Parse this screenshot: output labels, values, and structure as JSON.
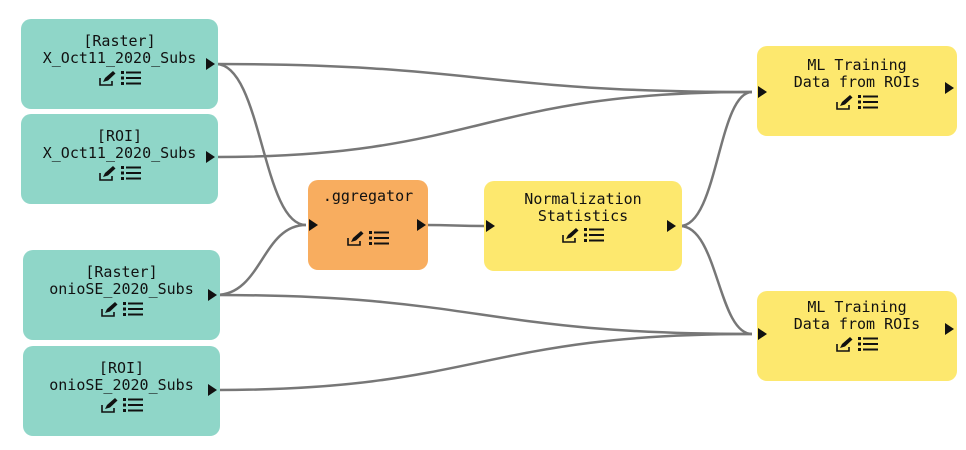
{
  "nodes": {
    "raster1": {
      "line1": "[Raster]",
      "line2": "X_Oct11_2020_Subs"
    },
    "roi1": {
      "line1": "[ROI]",
      "line2": "X_Oct11_2020_Subs"
    },
    "raster2": {
      "line1": "[Raster]",
      "line2": "onioSE_2020_Subs"
    },
    "roi2": {
      "line1": "[ROI]",
      "line2": "onioSE_2020_Subs"
    },
    "aggregator": {
      "line1": ".ggregator"
    },
    "normalization": {
      "line1": "Normalization",
      "line2": "Statistics"
    },
    "mltraining1": {
      "line1": "ML Training",
      "line2": "Data from ROIs"
    },
    "mltraining2": {
      "line1": "ML Training",
      "line2": "Data from ROIs"
    }
  },
  "colors": {
    "input_node": "#8fd6c8",
    "aggregator_node": "#f8ad5f",
    "process_node": "#fde86e",
    "edge": "#777777",
    "port": "#111111"
  },
  "icons": [
    "edit-icon",
    "list-icon"
  ]
}
